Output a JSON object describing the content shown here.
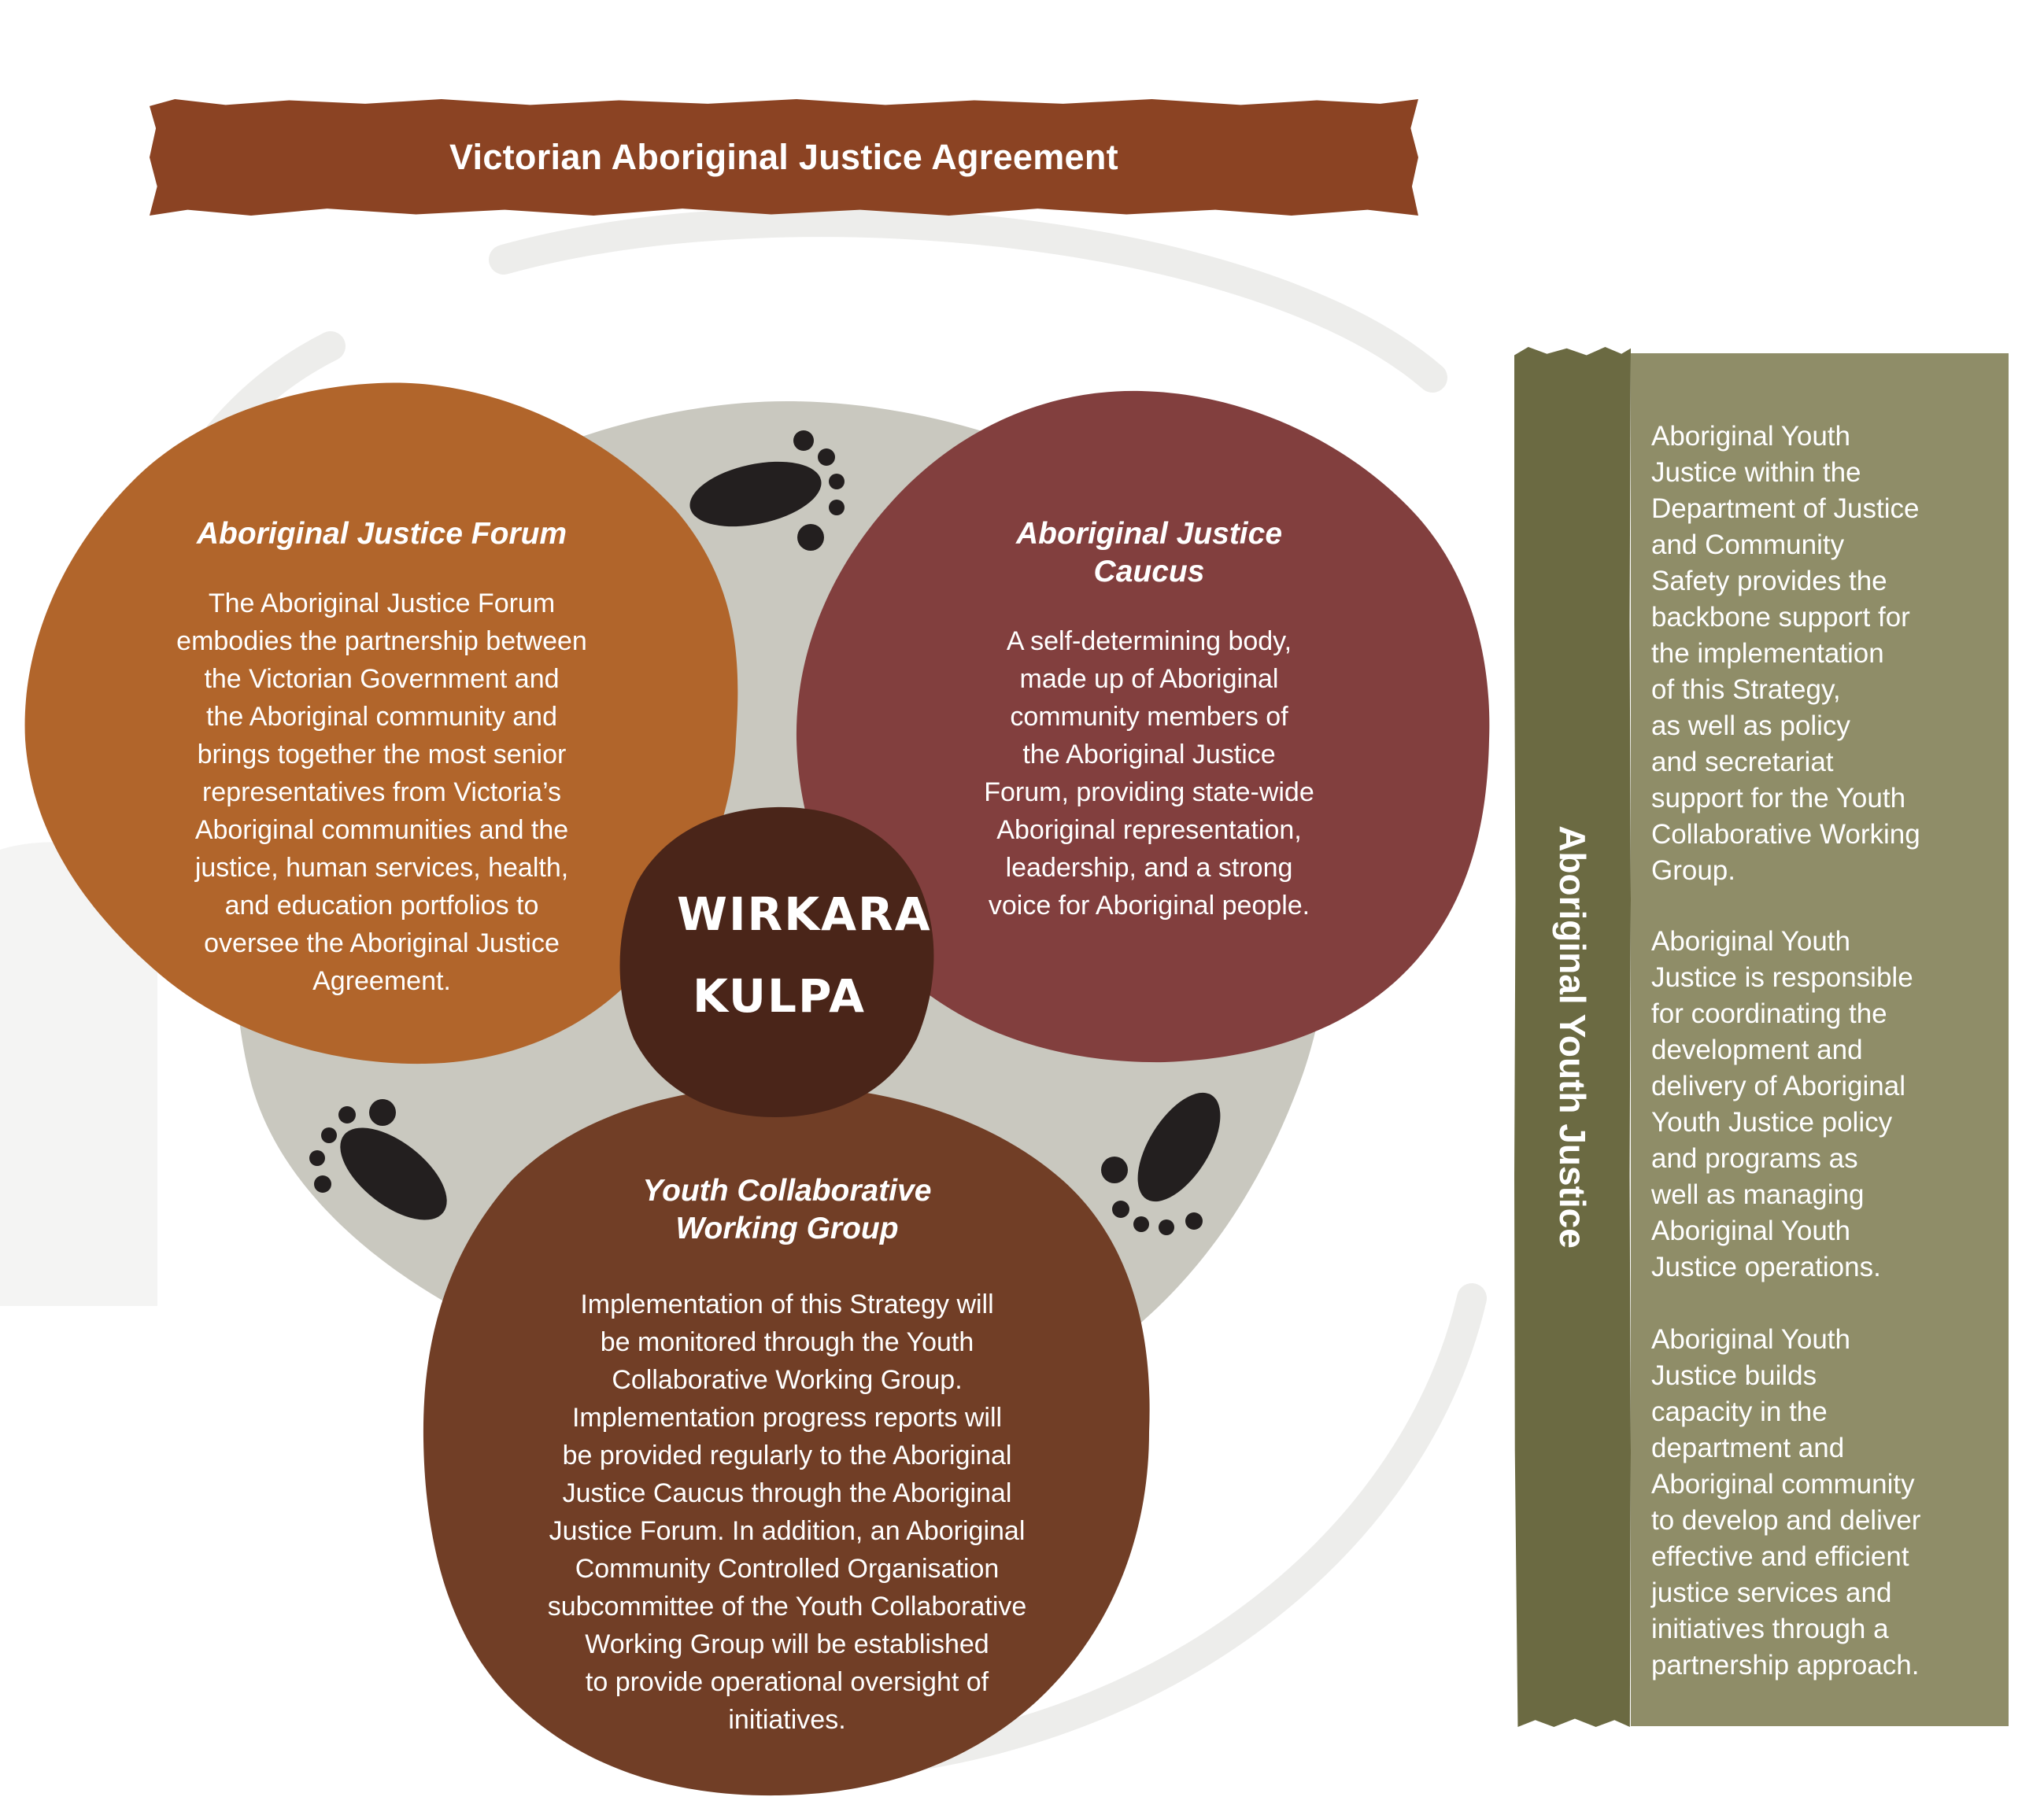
{
  "title": "Victorian Aboriginal Justice Agreement",
  "center_label_line1": "WIRKARA",
  "center_label_line2": "KULPA",
  "forum": {
    "title": "Aboriginal Justice Forum",
    "body": "The Aboriginal Justice Forum\nembodies the partnership between\nthe Victorian Government and\nthe Aboriginal community and\nbrings together the most senior\nrepresentatives from Victoria’s\nAboriginal communities and the\njustice, human services, health,\nand education portfolios to\noversee the Aboriginal Justice\nAgreement."
  },
  "caucus": {
    "title_line1": "Aboriginal Justice",
    "title_line2": "Caucus",
    "body": "A self-determining body,\nmade up of Aboriginal\ncommunity members of\nthe Aboriginal Justice\nForum, providing state-wide\nAboriginal representation,\nleadership, and a strong\nvoice for Aboriginal people."
  },
  "ycwg": {
    "title_line1": "Youth Collaborative",
    "title_line2": "Working Group",
    "body": "Implementation of this Strategy will\nbe monitored through the Youth\nCollaborative Working Group.\nImplementation progress reports will\nbe provided regularly to the Aboriginal\nJustice Caucus through the Aboriginal\nJustice Forum. In addition, an Aboriginal\nCommunity Controlled Organisation\nsubcommittee of the Youth Collaborative\nWorking Group will be established\nto provide operational oversight of\ninitiatives."
  },
  "ayj": {
    "label": "Aboriginal Youth Justice",
    "p1": "Aboriginal Youth\nJustice within the\nDepartment of Justice\nand Community\nSafety provides the\nbackbone support for\nthe implementation\nof this Strategy,\nas well as policy\nand secretariat\nsupport for the Youth\nCollaborative Working\nGroup.",
    "p2": "Aboriginal Youth\nJustice is responsible\nfor coordinating the\ndevelopment and\ndelivery of Aboriginal\nYouth Justice policy\nand programs as\nwell as managing\nAboriginal Youth\nJustice operations.",
    "p3": "Aboriginal Youth\nJustice builds\ncapacity in the\ndepartment and\nAboriginal community\nto develop and deliver\neffective and efficient\njustice services and\ninitiatives through a\npartnership approach."
  },
  "colors": {
    "banner": "#8b4323",
    "forum": "#b1652b",
    "caucus": "#823f3e",
    "ycwg": "#713e26",
    "center": "#4a2519",
    "background_blob": "#c9c8bf",
    "ayj_bar": "#6b6a42",
    "ayj_panel": "#8f8d68",
    "footprint": "#231f1f"
  }
}
